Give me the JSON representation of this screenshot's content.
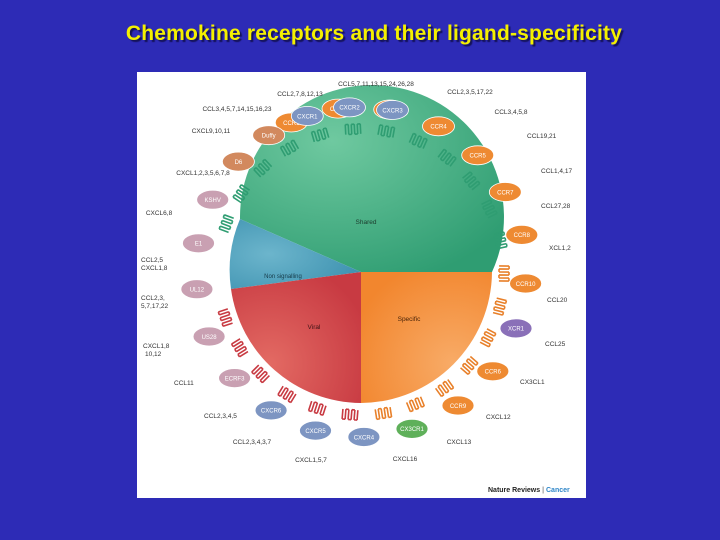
{
  "slide": {
    "title": "Chemokine receptors and their ligand-specificity"
  },
  "figure": {
    "sectors": {
      "shared": "Shared",
      "non_signalling": "Non signalling",
      "viral": "Viral",
      "specific": "Specific"
    },
    "credit": {
      "journal": "Nature Reviews",
      "separator": " | ",
      "section": "Cancer"
    },
    "colors": {
      "shared": "#3daa80",
      "non_signalling": "#4a9db7",
      "viral": "#d8444a",
      "specific": "#f5913b",
      "credit_accent": "#2f86c8"
    },
    "receptors": [
      {
        "name": "CCR1",
        "color": "#ee8a32"
      },
      {
        "name": "CCR2",
        "color": "#ee8a32"
      },
      {
        "name": "CCR3",
        "color": "#ee8a32"
      },
      {
        "name": "CCR4",
        "color": "#ee8a32"
      },
      {
        "name": "CCR5",
        "color": "#ee8a32"
      },
      {
        "name": "CCR7",
        "color": "#ee8a32"
      },
      {
        "name": "CCR8",
        "color": "#ee8a32"
      },
      {
        "name": "CCR10",
        "color": "#ee8a32"
      },
      {
        "name": "XCR1",
        "color": "#8a70b8"
      },
      {
        "name": "CCR6",
        "color": "#ee8a32"
      },
      {
        "name": "CCR9",
        "color": "#ee8a32"
      },
      {
        "name": "CX3CR1",
        "color": "#5fb05a"
      },
      {
        "name": "CXCR4",
        "color": "#7d95c2"
      },
      {
        "name": "CXCR5",
        "color": "#7d95c2"
      },
      {
        "name": "CXCR6",
        "color": "#7d95c2"
      },
      {
        "name": "ECRF3",
        "color": "#c9a0b2"
      },
      {
        "name": "US28",
        "color": "#c9a0b2"
      },
      {
        "name": "UL12",
        "color": "#c9a0b2"
      },
      {
        "name": "E1",
        "color": "#c9a0b2"
      },
      {
        "name": "KSHV",
        "color": "#c9a0b2"
      },
      {
        "name": "D6",
        "color": "#d2895e"
      },
      {
        "name": "Duffy",
        "color": "#d2895e"
      },
      {
        "name": "CXCR1",
        "color": "#7d95c2"
      },
      {
        "name": "CXCR2",
        "color": "#7d95c2"
      },
      {
        "name": "CXCR3",
        "color": "#7d95c2"
      }
    ],
    "ligands": [
      "CCL5,7,11,13,15,24,26,28",
      "CCL2,7,8,12,13",
      "CCL3,4,5,7,14,15,16,23",
      "CXCL9,10,11",
      "CXCL1,2,3,5,6,7,8",
      "CXCL6,8",
      "CCL2,5",
      "CXCL1,8",
      "CCL2,3,",
      "5,7,17,22",
      "CXCL1,8",
      "10,12",
      "CCL11",
      "CCL2,3,4,5",
      "CCL2,3,4,3,7",
      "CXCL1,5,7",
      "CXCL16",
      "CXCL13",
      "CXCL12",
      "CX3CL1",
      "CCL25",
      "CCL20",
      "XCL1,2",
      "CCL27,28",
      "CCL1,4,17",
      "CCL19,21",
      "CCL3,4,5,8",
      "CCL2,3,5,17,22"
    ]
  }
}
